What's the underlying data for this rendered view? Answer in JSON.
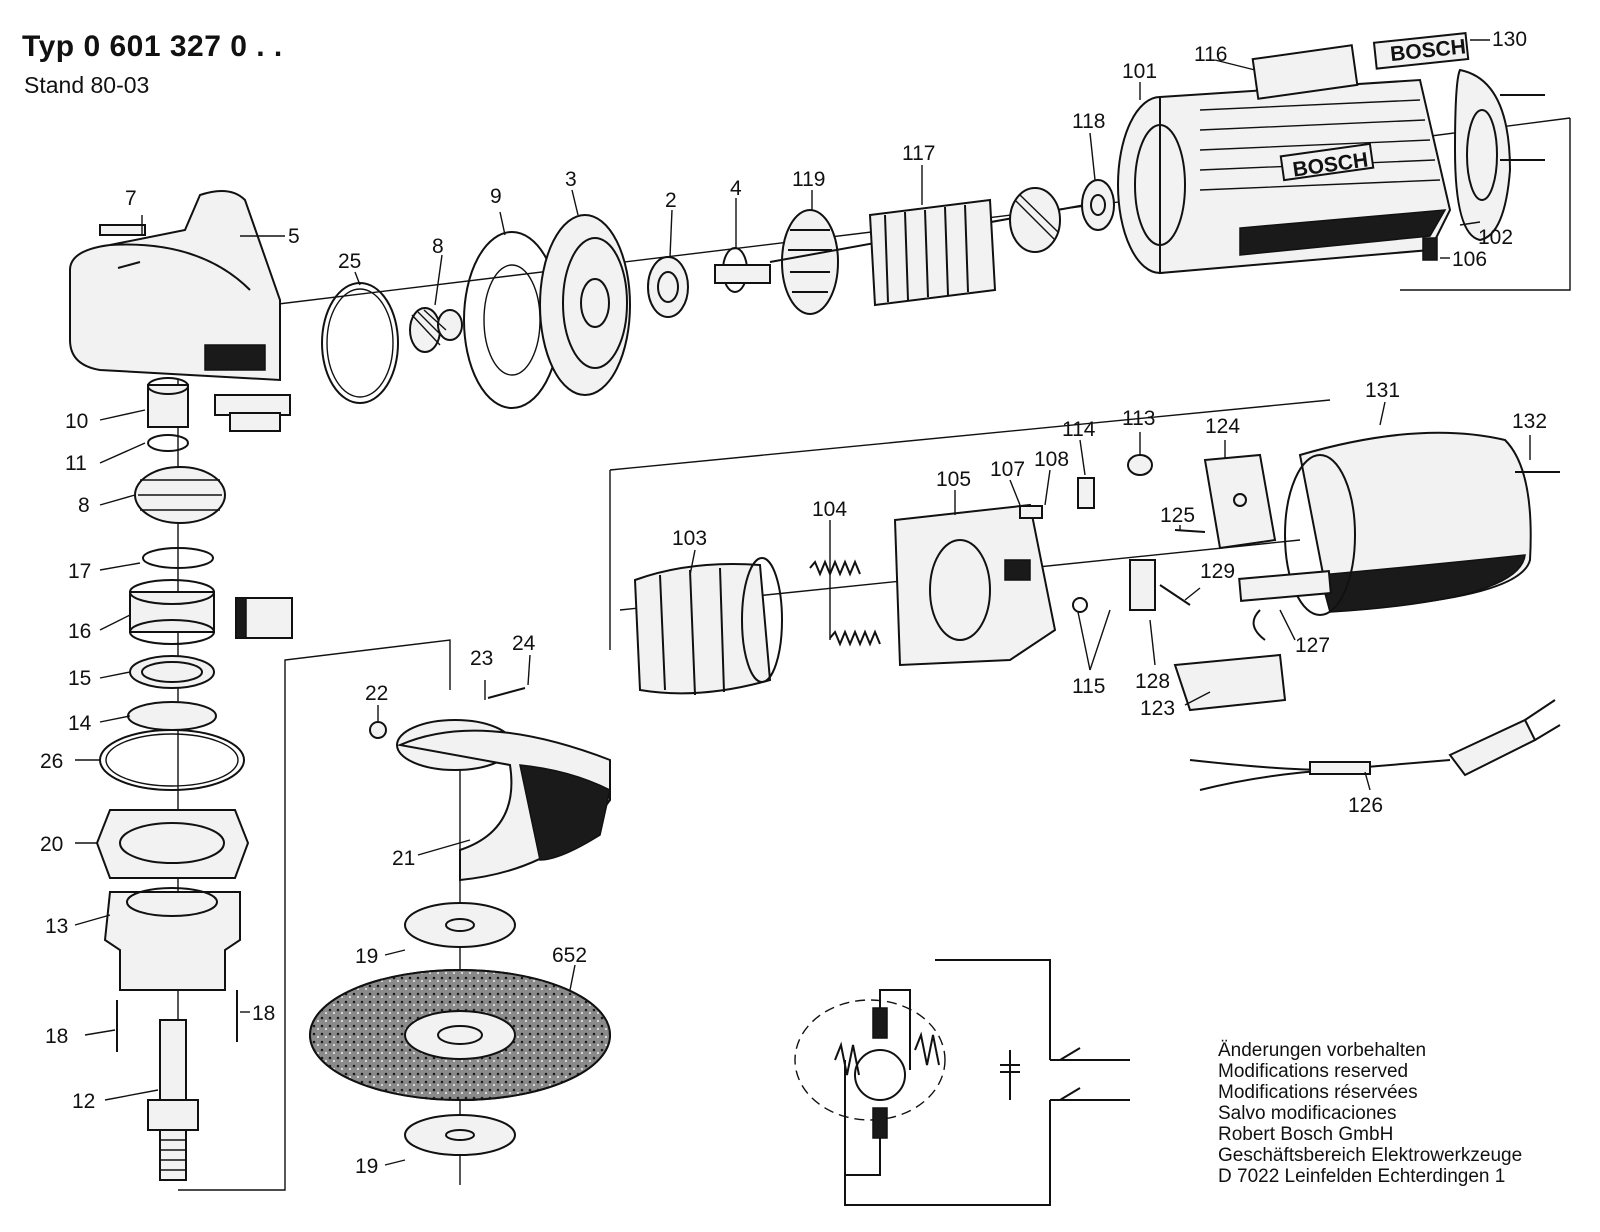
{
  "header": {
    "type_label": "Typ 0 601 327 0 . .",
    "stand_label": "Stand 80-03"
  },
  "notes": [
    "Änderungen vorbehalten",
    "Modifications reserved",
    "Modifications réservées",
    "Salvo modificaciones",
    "Robert Bosch GmbH",
    "Geschäftsbereich Elektrowerkzeuge",
    "D 7022 Leinfelden Echterdingen 1"
  ],
  "brand_plates": [
    "BOSCH",
    "BOSCH"
  ],
  "callouts": [
    "7",
    "5",
    "25",
    "8",
    "9",
    "3",
    "2",
    "4",
    "119",
    "117",
    "118",
    "101",
    "116",
    "130",
    "102",
    "106",
    "10",
    "11",
    "8",
    "17",
    "16",
    "15",
    "14",
    "26",
    "20",
    "13",
    "18",
    "18",
    "12",
    "22",
    "23",
    "24",
    "21",
    "19",
    "652",
    "19",
    "103",
    "104",
    "105",
    "107",
    "108",
    "114",
    "113",
    "124",
    "131",
    "132",
    "125",
    "129",
    "115",
    "128",
    "123",
    "127",
    "126"
  ]
}
